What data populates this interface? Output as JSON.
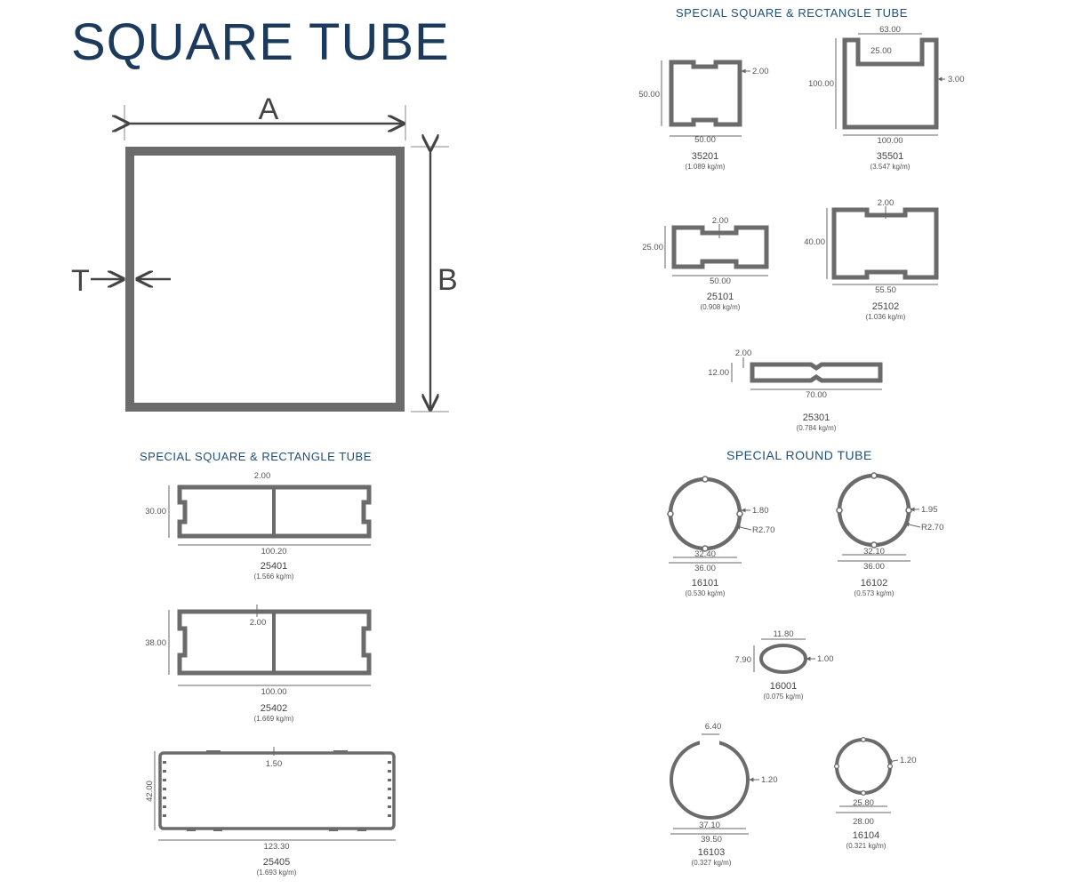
{
  "title": "SQUARE TUBE",
  "sections": {
    "top_right": "SPECIAL SQUARE & RECTANGLE TUBE",
    "left": "SPECIAL SQUARE & RECTANGLE  TUBE",
    "round": "SPECIAL ROUND TUBE"
  },
  "main_diagram": {
    "a": "A",
    "b": "B",
    "t": "T"
  },
  "profiles": {
    "p35201": {
      "code": "35201",
      "weight": "(1.089 kg/m)",
      "h": "50.00",
      "w": "50.00",
      "t": "2.00"
    },
    "p35501": {
      "code": "35501",
      "weight": "(3.547 kg/m)",
      "h": "100.00",
      "w": "100.00",
      "t": "3.00",
      "top": "63.00",
      "inner": "25.00"
    },
    "p25101": {
      "code": "25101",
      "weight": "(0.908 kg/m)",
      "h": "25.00",
      "w": "50.00",
      "t": "2.00"
    },
    "p25102": {
      "code": "25102",
      "weight": "(1.036 kg/m)",
      "h": "40.00",
      "w": "55.50",
      "t": "2.00"
    },
    "p25301": {
      "code": "25301",
      "weight": "(0.784 kg/m)",
      "h": "12.00",
      "w": "70.00",
      "t": "2.00"
    },
    "p25401": {
      "code": "25401",
      "weight": "(1.566 kg/m)",
      "h": "30.00",
      "w": "100.20",
      "t": "2.00"
    },
    "p25402": {
      "code": "25402",
      "weight": "(1.669 kg/m)",
      "h": "38.00",
      "w": "100.00",
      "t": "2.00"
    },
    "p25405": {
      "code": "25405",
      "weight": "(1.693 kg/m)",
      "h": "42.00",
      "w": "123.30",
      "t": "1.50"
    },
    "p16101": {
      "code": "16101",
      "weight": "(0.530 kg/m)",
      "t": "1.80",
      "r": "R2.70",
      "inner": "32.40",
      "outer": "36.00"
    },
    "p16102": {
      "code": "16102",
      "weight": "(0.573 kg/m)",
      "t": "1.95",
      "r": "R2.70",
      "inner": "32.10",
      "outer": "36.00"
    },
    "p16001": {
      "code": "16001",
      "weight": "(0.075 kg/m)",
      "w": "11.80",
      "h": "7.90",
      "t": "1.00"
    },
    "p16103": {
      "code": "16103",
      "weight": "(0.327 kg/m)",
      "gap": "6.40",
      "t": "1.20",
      "inner": "37.10",
      "outer": "39.50"
    },
    "p16104": {
      "code": "16104",
      "weight": "(0.321 kg/m)",
      "t": "1.20",
      "inner": "25.80",
      "outer": "28.00"
    }
  }
}
